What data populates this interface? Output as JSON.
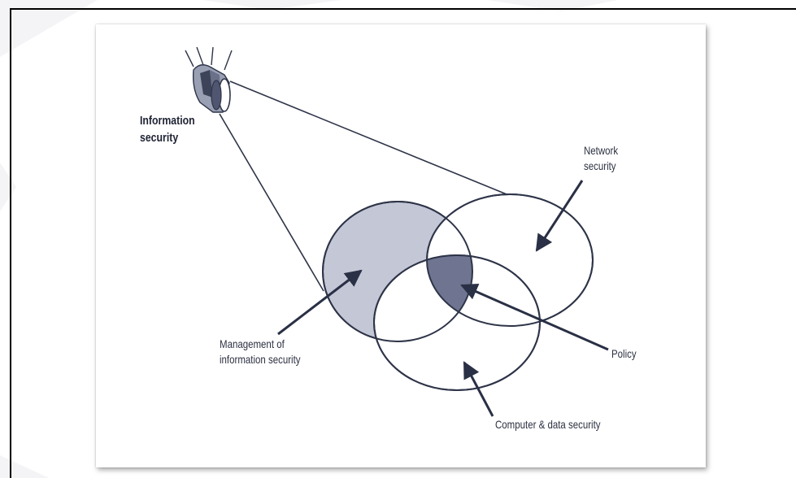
{
  "diagram": {
    "labels": {
      "information_security": [
        "Information",
        "security"
      ],
      "network_security": [
        "Network",
        "security"
      ],
      "management": [
        "Management of",
        "information security"
      ],
      "policy": "Policy",
      "computer_data": "Computer & data security"
    },
    "colors": {
      "management_fill": "#c4c7d6",
      "policy_fill": "#6f7590",
      "stroke": "#2e3448",
      "arrow": "#2a3045",
      "text": "#2d3142"
    }
  }
}
